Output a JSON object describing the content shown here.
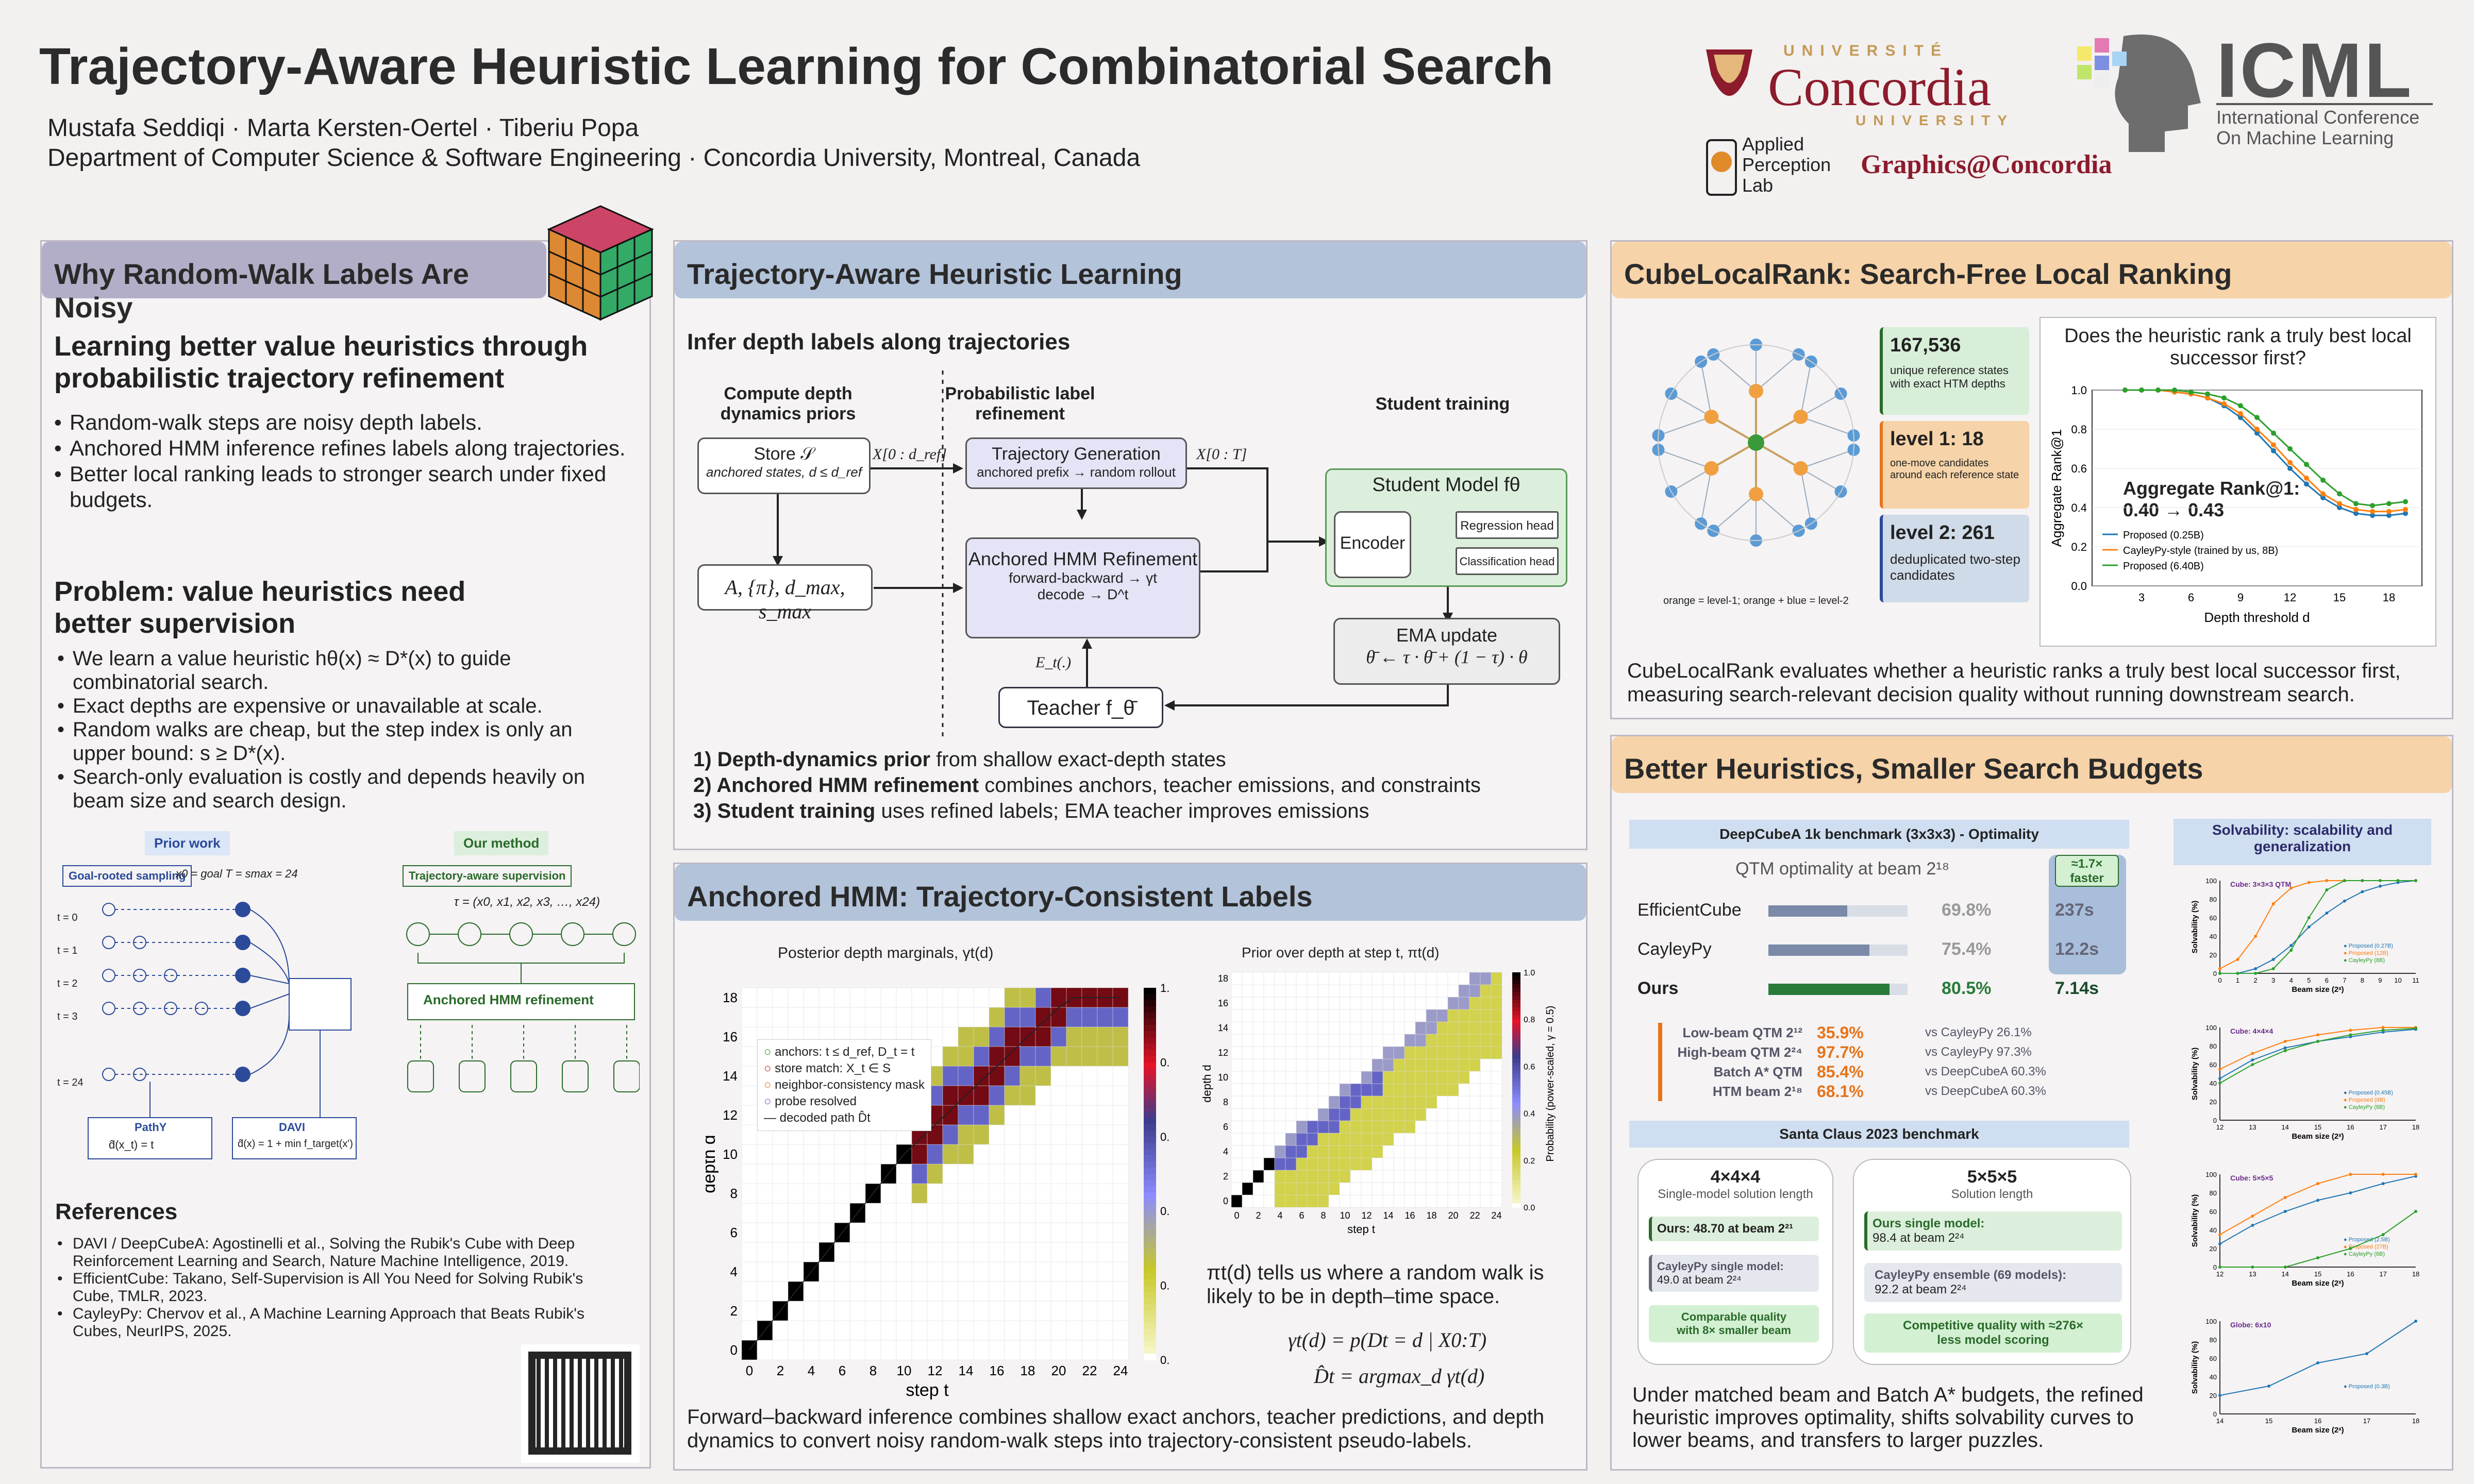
{
  "header": {
    "title": "Trajectory-Aware Heuristic Learning for Combinatorial Search",
    "authors": "Mustafa Seddiqi · Marta Kersten-Oertel · Tiberiu Popa",
    "affiliation": "Department of Computer Science & Software Engineering · Concordia University, Montreal, Canada"
  },
  "logos": {
    "concordia_top": "UNIVERSITÉ",
    "concordia": "Concordia",
    "concordia_bottom": "UNIVERSITY",
    "apl": "Applied Perception Lab",
    "graphics": "Graphics@Concordia",
    "icml": "ICML",
    "icml_sub1": "International Conference",
    "icml_sub2": "On Machine Learning"
  },
  "left": {
    "title": "Why Random-Walk Labels Are Noisy",
    "h1": "Learning better value heuristics through probabilistic trajectory refinement",
    "bullets1": [
      "Random-walk steps are noisy depth labels.",
      "Anchored HMM inference refines labels along trajectories.",
      "Better local ranking leads to stronger search under fixed budgets."
    ],
    "h2": "Problem: value heuristics need better supervision",
    "bullets2": [
      "We learn a value heuristic hθ(x) ≈ D*(x) to guide combinatorial search.",
      "Exact depths are expensive or unavailable at scale.",
      "Random walks are cheap, but the step index is only an upper bound: s ≥ D*(x).",
      "Search-only evaluation is costly and depends heavily on beam size and search design."
    ],
    "prior_work": "Prior work",
    "our_method": "Our method",
    "goal_rooted": "Goal-rooted sampling",
    "x0goal": "x0 = goal   T = smax = 24",
    "traj_sup": "Trajectory-aware supervision",
    "tau": "τ = (x0, x1, x2, x3, …, x24)",
    "ahmm": "Anchored HMM refinement",
    "pathy": "PathY",
    "davi": "DAVI",
    "pathy_eq": "d̂(x_t) = t",
    "davi_eq": "d̂(x) = 1 + min f_target(x')",
    "t_labels": [
      "t = 0",
      "t = 1",
      "t = 2",
      "t = 3",
      "t = 24"
    ],
    "refs_title": "References",
    "refs": [
      "DAVI / DeepCubeA: Agostinelli et al., Solving the Rubik's Cube with Deep Reinforcement Learning and Search, Nature Machine Intelligence, 2019.",
      "EfficientCube: Takano, Self-Supervision is All You Need for Solving Rubik's Cube, TMLR, 2023.",
      "CayleyPy: Chervov et al., A Machine Learning Approach that Beats Rubik's Cubes, NeurIPS, 2025."
    ]
  },
  "mid": {
    "title": "Trajectory-Aware Heuristic Learning",
    "sub": "Infer depth labels along trajectories",
    "col1": "Compute depth dynamics priors",
    "col2": "Probabilistic label refinement",
    "col3": "Student training",
    "store": "Store 𝒮",
    "store_sub": "anchored states, d ≤ d_ref",
    "xlabel1": "X[0 : d_ref]",
    "traj": "Trajectory Generation",
    "traj_sub": "anchored prefix → random rollout",
    "xlabel2": "X[0 : T]",
    "params": "A, {π}, d_max, s_max",
    "hmm": "Anchored HMM Refinement",
    "hmm_sub1": "forward-backward → γt",
    "hmm_sub2": "decode → D^t",
    "student": "Student Model fθ",
    "encoder": "Encoder",
    "reg": "Regression head",
    "cls": "Classification head",
    "ema": "EMA update",
    "ema_eq": "θ̄ ← τ · θ̄ + (1 − τ) · θ",
    "et": "E_t(.)",
    "teacher": "Teacher f_θ̄",
    "steps": [
      [
        "1) Depth-dynamics prior",
        " from shallow exact-depth states"
      ],
      [
        "2) Anchored HMM refinement",
        " combines anchors, teacher emissions, and constraints"
      ],
      [
        "3) Student training",
        " uses refined labels; EMA teacher improves emissions"
      ]
    ]
  },
  "hmmpanel": {
    "title": "Anchored HMM: Trajectory-Consistent Labels",
    "left_title": "Posterior depth marginals, γt(d)",
    "right_title": "Prior over depth at step t, πt(d)",
    "xlab": "step t",
    "ylab": "depth d",
    "cbar": "Probability (power-scaled, γ = 0.5)",
    "cbar_r": "Probability (power-scaled, γ = 0.5)",
    "legend": [
      "anchors: t ≤ d_ref, D_t = t",
      "store match: X_t ∈ S",
      "neighbor-consistency mask",
      "probe resolved",
      "decoded path D̂t"
    ],
    "desc": "πt(d) tells us where a random walk is likely to be in depth–time space.",
    "eq1": "γt(d) = p(Dt = d | X0:T)",
    "eq2": "D̂t = argmax_d γt(d)",
    "caption": "Forward–backward inference combines shallow exact anchors, teacher predictions, and depth dynamics to convert noisy random-walk steps into trajectory-consistent pseudo-labels.",
    "xticks": [
      "0",
      "2",
      "4",
      "6",
      "8",
      "10",
      "12",
      "14",
      "16",
      "18",
      "20",
      "22",
      "24"
    ],
    "yticks": [
      "0",
      "2",
      "4",
      "6",
      "8",
      "10",
      "12",
      "14",
      "16",
      "18"
    ],
    "cticks": [
      "0.0",
      "0.2",
      "0.4",
      "0.6",
      "0.8",
      "1.0"
    ]
  },
  "rank": {
    "title": "CubeLocalRank: Search-Free Local Ranking",
    "graph_note": "orange = level-1; orange + blue = level-2",
    "stats": [
      {
        "v": "167,536",
        "d": "unique reference states with exact HTM depths"
      },
      {
        "v": "level 1: 18",
        "d": "one-move candidates around each reference state"
      },
      {
        "v": "level 2: 261",
        "d": "deduplicated two-step candidates"
      }
    ],
    "chart_title": "Does the heuristic rank a truly best local successor first?",
    "agg": "Aggregate Rank@1:",
    "agg_v": "0.40 → 0.43",
    "desc": "CubeLocalRank evaluates whether a heuristic ranks a truly best local successor first, measuring search-relevant decision quality without running downstream search."
  },
  "better": {
    "title": "Better Heuristics, Smaller Search Budgets",
    "bench1": "DeepCubeA 1k benchmark (3x3x3) - Optimality",
    "qtm": "QTM optimality at beam 2¹⁸",
    "faster": "≈1.7× faster",
    "rows": [
      {
        "n": "EfficientCube",
        "p": "69.8%",
        "t": "237s",
        "v": 0.698
      },
      {
        "n": "CayleyPy",
        "p": "75.4%",
        "t": "12.2s",
        "v": 0.754
      },
      {
        "n": "Ours",
        "p": "80.5%",
        "t": "7.14s",
        "v": 0.805
      }
    ],
    "extra": [
      {
        "l": "Low-beam QTM 2¹²",
        "v": "35.9%",
        "c": "vs CayleyPy 26.1%"
      },
      {
        "l": "High-beam QTM 2²⁴",
        "v": "97.7%",
        "c": "vs CayleyPy 97.3%"
      },
      {
        "l": "Batch A* QTM",
        "v": "85.4%",
        "c": "vs DeepCubeA 60.3%"
      },
      {
        "l": "HTM beam 2¹⁸",
        "v": "68.1%",
        "c": "vs DeepCubeA 60.3%"
      }
    ],
    "bench2": "Santa Claus 2023 benchmark",
    "c4": "4×4×4",
    "c4sub": "Single-model solution length",
    "c4a": "Ours:  48.70 at beam 2²¹",
    "c4b": "CayleyPy single model:",
    "c4b2": "49.0 at beam 2²⁴",
    "c4c": "Comparable quality with 8× smaller beam",
    "c5": "5×5×5",
    "c5sub": "Solution length",
    "c5a": "Ours single model:",
    "c5a2": "98.4 at beam 2²⁴",
    "c5b": "CayleyPy ensemble (69 models):",
    "c5b2": "92.2 at beam 2²⁴",
    "c5c": "Competitive quality with ≈276× less model scoring",
    "solv": "Solvability: scalability and generalization",
    "desc": "Under matched beam and Batch A* budgets, the refined heuristic improves optimality, shifts solvability curves to lower beams, and transfers to larger puzzles."
  },
  "chart_data": [
    {
      "type": "line",
      "title": "",
      "xlabel": "Depth threshold d",
      "ylabel": "Aggregate Rank@1",
      "x": [
        2,
        3,
        4,
        5,
        6,
        7,
        8,
        9,
        10,
        11,
        12,
        13,
        14,
        15,
        16,
        17,
        18,
        19
      ],
      "ylim": [
        0,
        1.0
      ],
      "series": [
        {
          "name": "Proposed (0.25B)",
          "values": [
            1.0,
            1.0,
            1.0,
            0.99,
            0.98,
            0.96,
            0.92,
            0.86,
            0.78,
            0.69,
            0.6,
            0.52,
            0.45,
            0.4,
            0.37,
            0.36,
            0.36,
            0.37
          ]
        },
        {
          "name": "CayleyPy-style (trained by us, 8B)",
          "values": [
            1.0,
            1.0,
            1.0,
            0.99,
            0.98,
            0.96,
            0.93,
            0.88,
            0.8,
            0.72,
            0.63,
            0.55,
            0.47,
            0.42,
            0.39,
            0.38,
            0.38,
            0.39
          ]
        },
        {
          "name": "Proposed (6.40B)",
          "values": [
            1.0,
            1.0,
            1.0,
            1.0,
            0.99,
            0.98,
            0.96,
            0.92,
            0.86,
            0.78,
            0.7,
            0.62,
            0.54,
            0.47,
            0.42,
            0.41,
            0.42,
            0.43
          ]
        }
      ]
    },
    {
      "type": "line",
      "title": "Cube: 3×3×3 QTM",
      "xlabel": "Beam size (2ˣ)",
      "ylabel": "Solvability (%)",
      "x": [
        0,
        1,
        2,
        3,
        4,
        5,
        6,
        7,
        8,
        9,
        10,
        11
      ],
      "series": [
        {
          "name": "Proposed (0.27B)",
          "values": [
            0,
            0,
            5,
            15,
            30,
            50,
            65,
            78,
            88,
            94,
            98,
            100
          ]
        },
        {
          "name": "Proposed (12B)",
          "values": [
            5,
            15,
            40,
            75,
            92,
            98,
            100,
            100,
            100,
            100,
            100,
            100
          ]
        },
        {
          "name": "CayleyPy (8B)",
          "values": [
            0,
            0,
            0,
            5,
            25,
            60,
            90,
            100,
            100,
            100,
            100,
            100
          ]
        }
      ]
    },
    {
      "type": "line",
      "title": "Cube: 4×4×4",
      "xlabel": "Beam size (2ˣ)",
      "ylabel": "Solvability (%)",
      "x": [
        12,
        13,
        14,
        15,
        16,
        17,
        18
      ],
      "series": [
        {
          "name": "Proposed (0.45B)",
          "values": [
            45,
            65,
            78,
            85,
            90,
            95,
            98
          ]
        },
        {
          "name": "Proposed (8B)",
          "values": [
            55,
            72,
            85,
            92,
            97,
            100,
            100
          ]
        },
        {
          "name": "CayleyPy (8B)",
          "values": [
            40,
            60,
            75,
            85,
            92,
            97,
            99
          ]
        }
      ]
    },
    {
      "type": "line",
      "title": "Cube: 5×5×5",
      "xlabel": "Beam size (2ˣ)",
      "ylabel": "Solvability (%)",
      "x": [
        12,
        13,
        14,
        15,
        16,
        17,
        18
      ],
      "series": [
        {
          "name": "Proposed (2.5B)",
          "values": [
            25,
            45,
            60,
            72,
            80,
            90,
            98
          ]
        },
        {
          "name": "Proposed (27B)",
          "values": [
            35,
            55,
            75,
            90,
            100,
            100,
            100
          ]
        },
        {
          "name": "CayleyPy (8B)",
          "values": [
            0,
            0,
            0,
            10,
            20,
            35,
            60
          ]
        }
      ]
    },
    {
      "type": "line",
      "title": "Globe: 6x10",
      "xlabel": "Beam size (2ˣ)",
      "ylabel": "Solvability (%)",
      "x": [
        14,
        15,
        16,
        17,
        18
      ],
      "series": [
        {
          "name": "Proposed (0.3B)",
          "values": [
            20,
            30,
            55,
            65,
            100
          ]
        }
      ]
    }
  ],
  "colors": {
    "blue": "#1f77b4",
    "orange": "#ff7f0e",
    "green": "#2ca02c"
  }
}
